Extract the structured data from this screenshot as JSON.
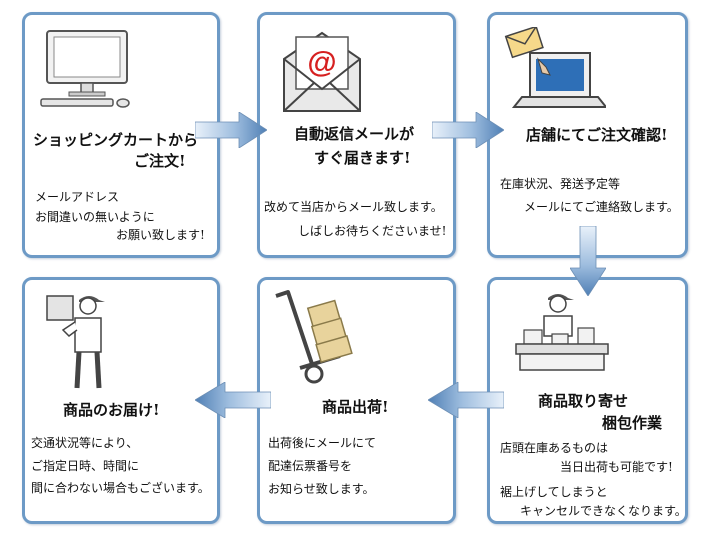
{
  "steps": [
    {
      "id": 1,
      "title": [
        "ショッピングカートから",
        "ご注文!"
      ],
      "body": [
        "メールアドレス",
        "お間違いの無いように",
        "お願い致します!"
      ],
      "icon": "computer-icon"
    },
    {
      "id": 2,
      "title": [
        "自動返信メールが",
        "すぐ届きます!"
      ],
      "body": [
        "改めて当店からメール致します。",
        "しばしお待ちくださいませ!"
      ],
      "icon": "email-envelope-icon"
    },
    {
      "id": 3,
      "title": [
        "店舗にてご注文確認!"
      ],
      "body": [
        "在庫状況、発送予定等",
        "メールにてご連絡致します。"
      ],
      "icon": "laptop-mail-icon"
    },
    {
      "id": 4,
      "title": [
        "商品取り寄せ",
        "梱包作業"
      ],
      "body": [
        "店頭在庫あるものは",
        "当日出荷も可能です!",
        "裾上げしてしまうと",
        "キャンセルできなくなります。"
      ],
      "icon": "packing-worker-icon"
    },
    {
      "id": 5,
      "title": [
        "商品出荷!"
      ],
      "body": [
        "出荷後にメールにて",
        "配達伝票番号を",
        "お知らせ致します。"
      ],
      "icon": "hand-truck-icon"
    },
    {
      "id": 6,
      "title": [
        "商品のお届け!"
      ],
      "body": [
        "交通状況等により、",
        "ご指定日時、時間に",
        "間に合わない場合もございます。"
      ],
      "icon": "delivery-person-icon"
    }
  ],
  "email_symbol": "@",
  "colors": {
    "border": "#6d9ac6",
    "arrow_dark": "#4f7fb5",
    "arrow_light": "#e9f1fa"
  }
}
